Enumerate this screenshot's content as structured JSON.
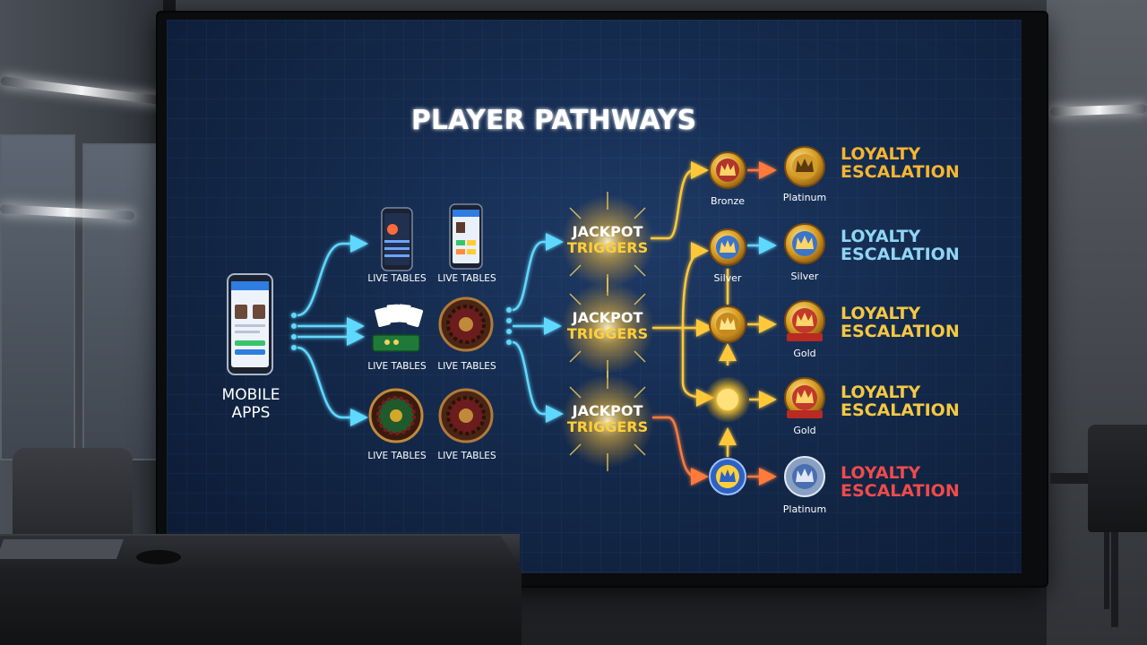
{
  "screen": {
    "title": "PLAYER PATHWAYS",
    "source": {
      "label_line1": "MOBILE",
      "label_line2": "APPS"
    },
    "table_nodes": [
      {
        "label": "LIVE TABLES",
        "icon": "phone-app-icon"
      },
      {
        "label": "LIVE TABLES",
        "icon": "phone-app-icon"
      },
      {
        "label": "LIVE TABLES",
        "icon": "playing-cards-icon"
      },
      {
        "label": "LIVE TABLES",
        "icon": "roulette-wheel-icon"
      },
      {
        "label": "LIVE TABLES",
        "icon": "roulette-wheel-icon"
      },
      {
        "label": "LIVE TABLES",
        "icon": "roulette-wheel-icon"
      }
    ],
    "jackpot_nodes": [
      {
        "line1": "JACKPOT",
        "line2": "TRIGGERS"
      },
      {
        "line1": "JACKPOT",
        "line2": "TRIGGERS"
      },
      {
        "line1": "JACKPOT",
        "line2": "TRIGGERS"
      }
    ],
    "badges": [
      {
        "label": "Bronze",
        "color": "#c0392b"
      },
      {
        "label": "Platinum",
        "color": "#c9882c"
      },
      {
        "label": "Silver",
        "color": "#3b74c9"
      },
      {
        "label": "Silver",
        "color": "#3b74c9"
      },
      {
        "label": "",
        "color": "#d4a62a"
      },
      {
        "label": "Gold",
        "color": "#c0392b"
      },
      {
        "label": "",
        "color": "#ffd54a"
      },
      {
        "label": "Gold",
        "color": "#c0392b"
      },
      {
        "label": "",
        "color": "#2d62c4"
      },
      {
        "label": "Platinum",
        "color": "#4a6fb0"
      }
    ],
    "loyalty_nodes": [
      {
        "line1": "LOYALTY",
        "line2": "ESCALATION",
        "color": "#f6b531"
      },
      {
        "line1": "LOYALTY",
        "line2": "ESCALATION",
        "color": "#8fd6f5"
      },
      {
        "line1": "LOYALTY",
        "line2": "ESCALATION",
        "color": "#f5c842"
      },
      {
        "line1": "LOYALTY",
        "line2": "ESCALATION",
        "color": "#f5c842"
      },
      {
        "line1": "LOYALTY",
        "line2": "ESCALATION",
        "color": "#ef4b4b"
      }
    ],
    "colors": {
      "cyan_flow": "#5fd8ff",
      "gold_flow": "#ffc83a",
      "orange_flow": "#ff7a3a"
    }
  }
}
